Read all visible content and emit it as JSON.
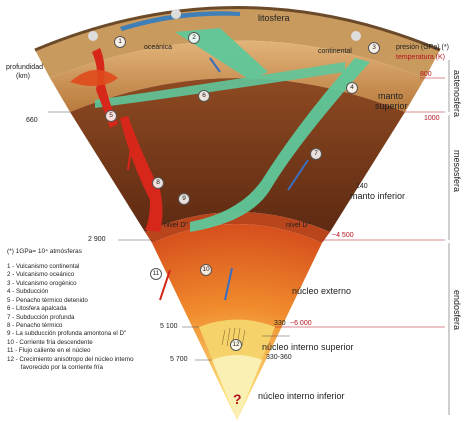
{
  "layers": {
    "litosfera": "litosfera",
    "oceanica": "oceánica",
    "continental": "continental",
    "manto_superior_1": "manto",
    "manto_superior_2": "superior",
    "manto_inferior": "manto inferior",
    "nivel_d_left": "nivel D\"",
    "nivel_d_right": "nivel D\"",
    "nucleo_externo": "núcleo externo",
    "nucleo_interno_superior": "núcleo interno superior",
    "nucleo_interno_inferior": "núcleo interno inferior"
  },
  "zones": {
    "astenosfera": "astenosfera",
    "mesosfera": "mesosfera",
    "endosfera": "endosfera"
  },
  "depth_scale": {
    "title_1": "profundidad",
    "title_2": "(km)",
    "marks": [
      "660",
      "2 900",
      "5 100",
      "5 700"
    ]
  },
  "pressure_scale": {
    "title": "presión (GPa) (*)",
    "temp_title": "temperatura (K)",
    "temps": [
      "800",
      "1000",
      "~4 500",
      "~6 000"
    ],
    "pressures": [
      "140",
      "330",
      "330-360"
    ]
  },
  "note": "(*) 1GPa= 10⁴ atmósferas",
  "legend": [
    "1 - Vulcanismo continental",
    "2 - Vulcanismo oceánico",
    "3 - Vulcanismo orogénico",
    "4 - Subducción",
    "5 - Penacho térmico detenido",
    "6 - Litosfera apalcada",
    "7 - Subducción profunda",
    "8 - Penacho térmico",
    "9 - La subducción profunda amontona el D\"",
    "10 - Corriente fría descendente",
    "11 - Flujo caliente en el núcleo",
    "12 - Crecimiento anisótropo del núcleo interno",
    "        favorecido por la corriente fría"
  ],
  "markers": [
    "1",
    "2",
    "3",
    "4",
    "5",
    "6",
    "7",
    "8",
    "9",
    "10",
    "11",
    "12"
  ],
  "question": "?",
  "colors": {
    "crust_top": "#e8c58a",
    "upper_mantle": "#c9873e",
    "lower_mantle": "#7a3a18",
    "d_layer": "#b24a1e",
    "outer_core": "#e9762b",
    "inner_core": "#f4c85a",
    "inner_inner": "#fbf1b0",
    "slab": "#5fc79a",
    "plume": "#d7261a",
    "accent_red": "#b4141e"
  }
}
